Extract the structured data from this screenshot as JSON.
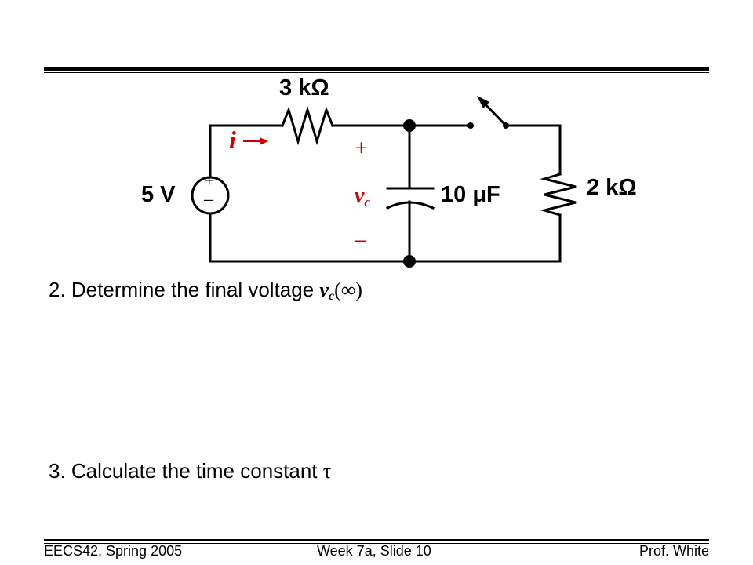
{
  "circuit": {
    "r1_label": "3 kΩ",
    "source_label": "5 V",
    "source_plus": "+",
    "source_minus": "–",
    "cap_label": "10 μF",
    "r2_label": "2 kΩ",
    "current_label": "i",
    "cap_plus": "+",
    "cap_minus": "–",
    "vc_main": "v",
    "vc_sub": "c",
    "wire_color": "#000000",
    "annotation_color": "#cc0000"
  },
  "steps": {
    "step2_text": "2. Determine the final voltage ",
    "step2_v": "v",
    "step2_sub": "c",
    "step2_tail": "(∞)",
    "step3_text": "3. Calculate the time constant ",
    "step3_symbol": "τ"
  },
  "footer": {
    "left": "EECS42, Spring 2005",
    "center": "Week 7a, Slide 10",
    "right": "Prof. White"
  }
}
